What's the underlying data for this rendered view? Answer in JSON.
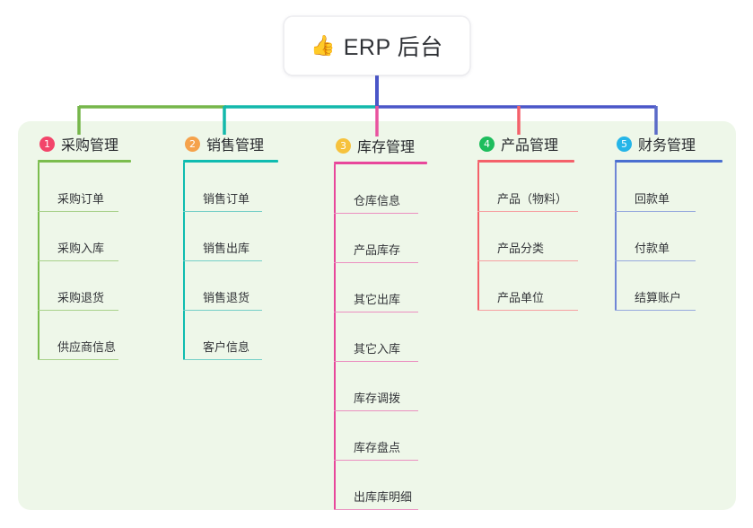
{
  "root": {
    "icon": "thumbs-up-emoji",
    "emoji": "👍",
    "title": "ERP 后台"
  },
  "colors": {
    "panel_background": "#eef7e9",
    "page_background": "#ffffff",
    "root_card_background": "#ffffff",
    "root_stem": "#4a56c8",
    "bus_segment_1": "#76b64a",
    "bus_segment_2": "#13b8ab",
    "bus_segment_3": "#4a56c8",
    "drop_col3": "#e9539f",
    "drop_col4": "#f4616a",
    "drop_col5": "#5b6bc8",
    "text_primary": "#26282c",
    "text_item": "#333539"
  },
  "columns": [
    {
      "number": "1",
      "title": "采购管理",
      "badge_color": "#f2456a",
      "rule_color": "#7bbd4e",
      "rail_color": "#7bbd4e",
      "item_rule_color": "#a8d18a",
      "items": [
        "采购订单",
        "采购入库",
        "采购退货",
        "供应商信息"
      ]
    },
    {
      "number": "2",
      "title": "销售管理",
      "badge_color": "#f5a24b",
      "rule_color": "#0fbcb0",
      "rail_color": "#0fbcb0",
      "item_rule_color": "#74cfc7",
      "items": [
        "销售订单",
        "销售出库",
        "销售退货",
        "客户信息"
      ]
    },
    {
      "number": "3",
      "title": "库存管理",
      "badge_color": "#f6c23d",
      "rule_color": "#e8479b",
      "rail_color": "#e8479b",
      "item_rule_color": "#eb8fc0",
      "items": [
        "仓库信息",
        "产品库存",
        "其它出库",
        "其它入库",
        "库存调拨",
        "库存盘点",
        "出库库明细"
      ]
    },
    {
      "number": "4",
      "title": "产品管理",
      "badge_color": "#1ebd5d",
      "rule_color": "#f4616a",
      "rail_color": "#f4616a",
      "item_rule_color": "#f6a0a2",
      "items": [
        "产品（物料）",
        "产品分类",
        "产品单位"
      ]
    },
    {
      "number": "5",
      "title": "财务管理",
      "badge_color": "#25b5e8",
      "rule_color": "#4a6fd0",
      "rail_color": "#6f86d6",
      "item_rule_color": "#96a9de",
      "items": [
        "回款单",
        "付款单",
        "结算账户"
      ]
    }
  ]
}
